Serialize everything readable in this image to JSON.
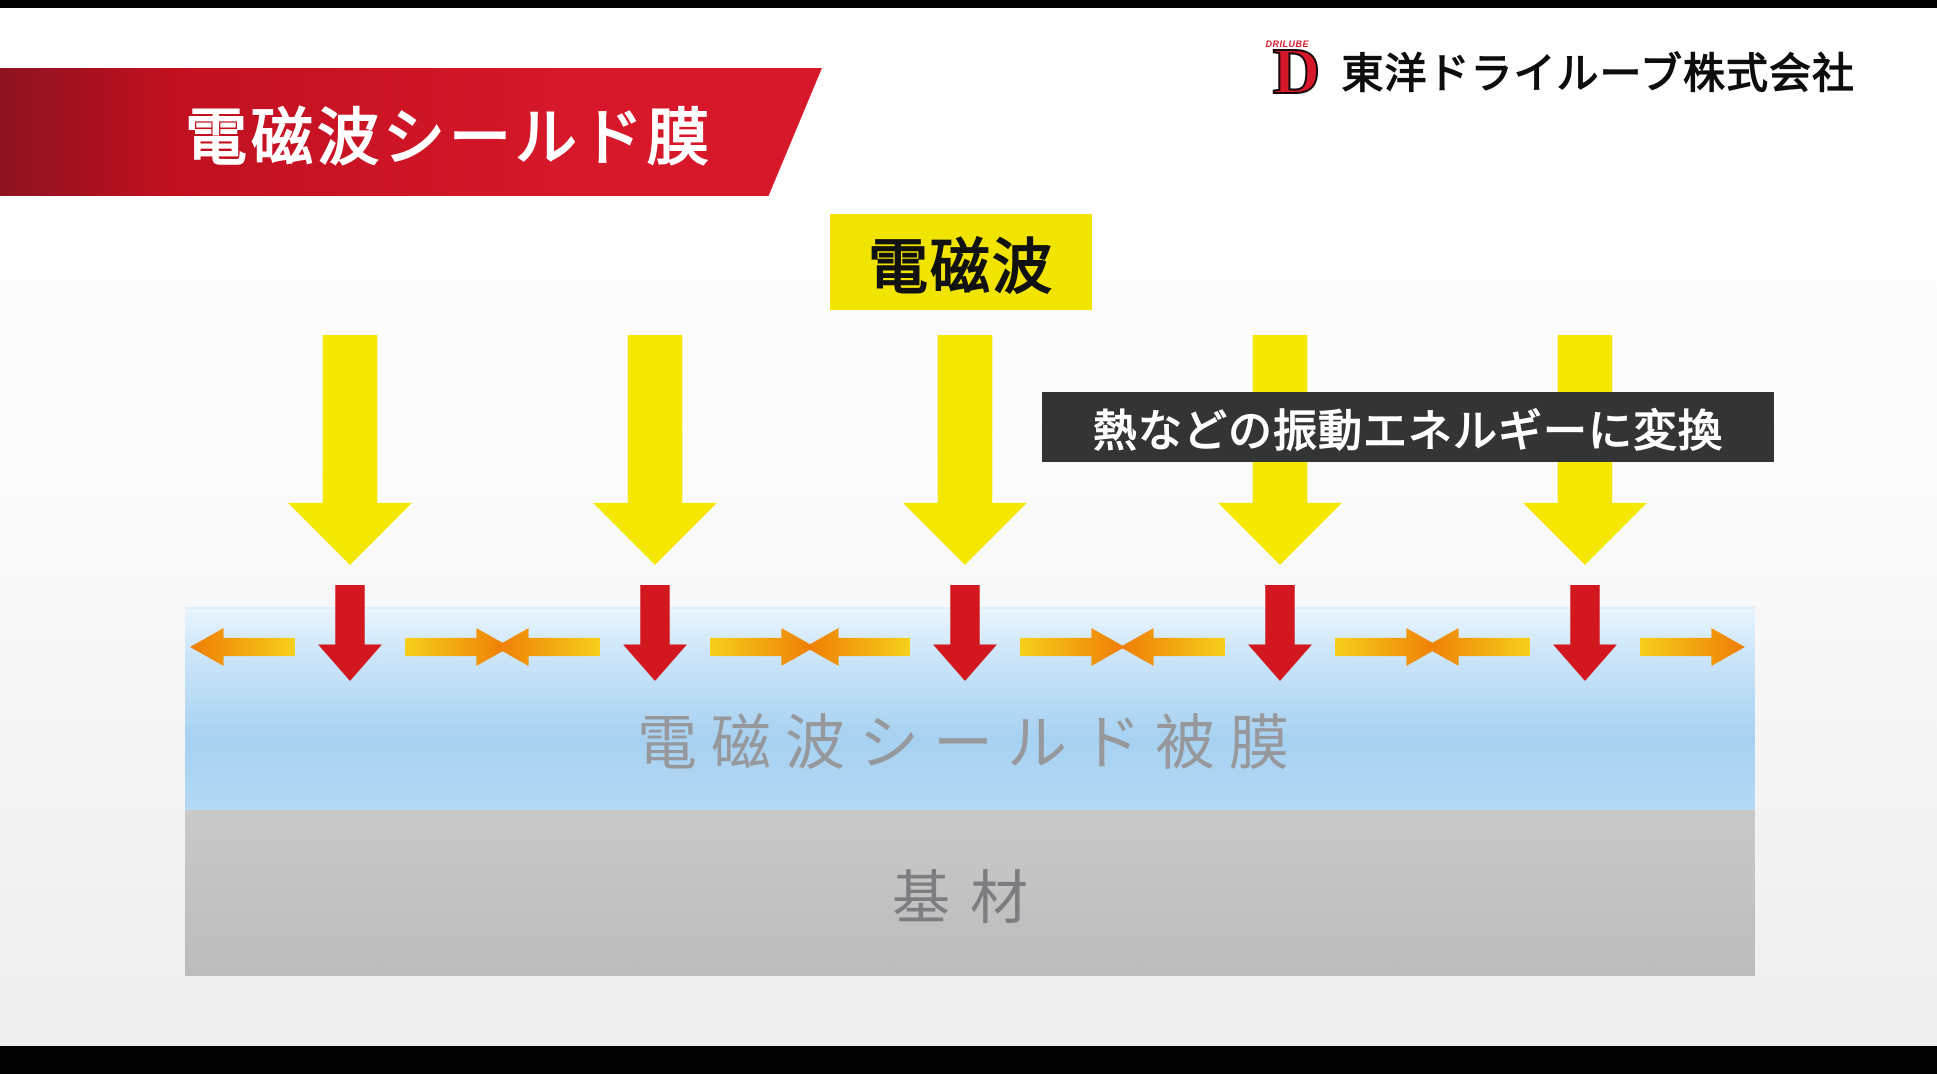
{
  "header": {
    "title": "電磁波シールド膜",
    "company": "東洋ドライルーブ株式会社",
    "logo_letter": "D",
    "logo_sub": "DRILUBE"
  },
  "diagram": {
    "wave_label": "電磁波",
    "heat_label": "熱などの振動エネルギーに変換",
    "film_label": "電磁波シールド被膜",
    "substrate_label": "基材"
  },
  "colors": {
    "banner_red": "#d6182a",
    "wave_yellow": "#f0e400",
    "arrow_yellow": "#f5e800",
    "arrow_red": "#d2171f",
    "arrow_orange": "#ef7c04",
    "film_blue": "#a7d1f1",
    "substrate_gray": "#c4c4c5",
    "heat_label_bg": "#343434"
  }
}
